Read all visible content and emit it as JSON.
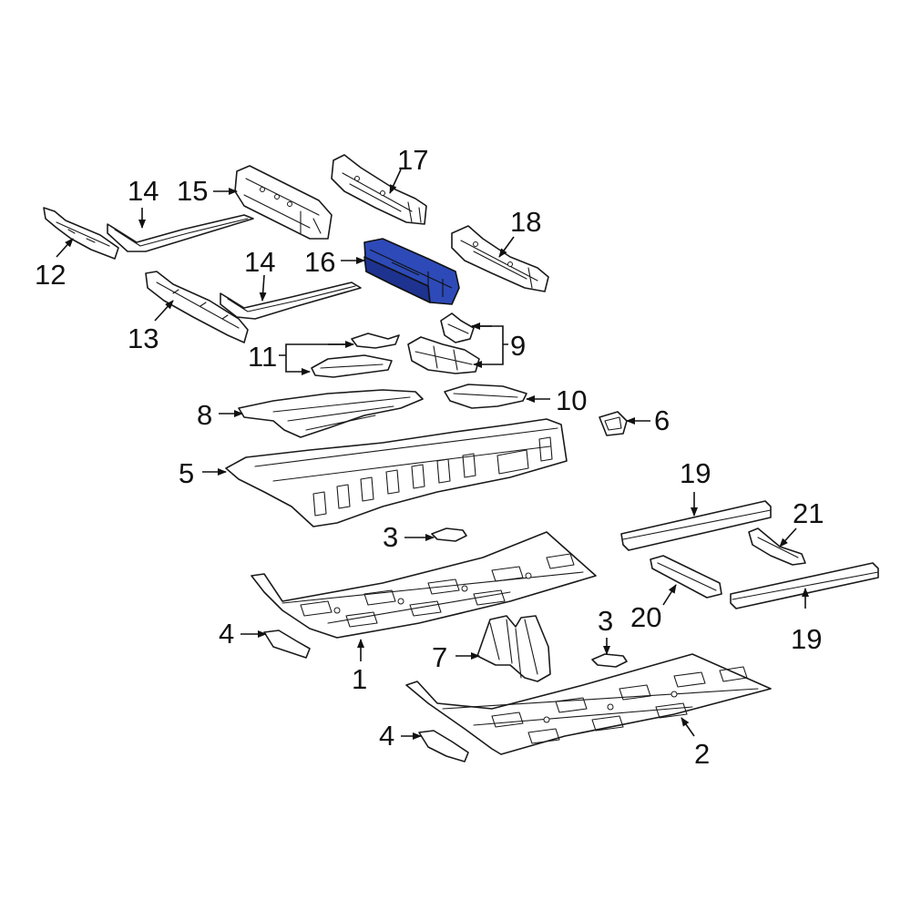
{
  "colors": {
    "background": "#ffffff",
    "line": "#1a1a1a",
    "highlight": "#2d4ab8",
    "highlight_shade": "#1e3390"
  },
  "highlighted_part": "16",
  "callouts": {
    "c1": "1",
    "c2": "2",
    "c3a": "3",
    "c3b": "3",
    "c4a": "4",
    "c4b": "4",
    "c5": "5",
    "c6": "6",
    "c7": "7",
    "c8": "8",
    "c9": "9",
    "c10": "10",
    "c11": "11",
    "c12": "12",
    "c13": "13",
    "c14a": "14",
    "c14b": "14",
    "c15": "15",
    "c16": "16",
    "c17": "17",
    "c18": "18",
    "c19a": "19",
    "c19b": "19",
    "c20": "20",
    "c21": "21"
  }
}
